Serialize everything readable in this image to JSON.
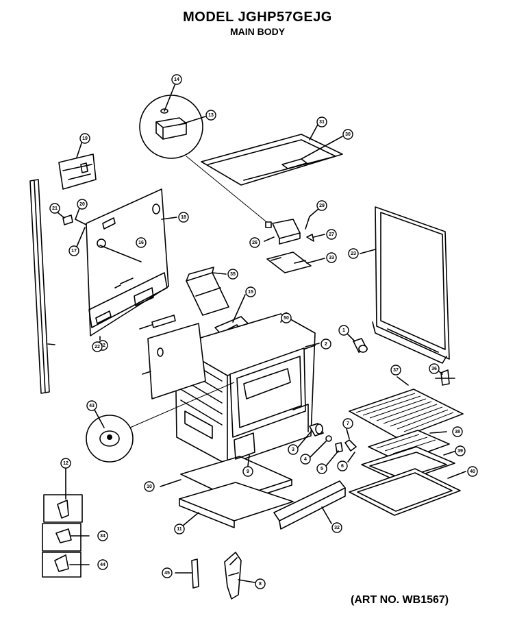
{
  "header": {
    "model": "MODEL JGHP57GEJG",
    "section": "MAIN BODY"
  },
  "footer": {
    "art_number": "(ART NO. WB1567)"
  },
  "callouts": [
    "14",
    "13",
    "19",
    "31",
    "30",
    "21",
    "20",
    "18",
    "17",
    "16",
    "29",
    "26",
    "27",
    "33",
    "23",
    "35",
    "15",
    "32",
    "10",
    "50",
    "2",
    "1",
    "22",
    "36",
    "37",
    "43",
    "3",
    "4",
    "7",
    "38",
    "5",
    "6",
    "39",
    "12",
    "9",
    "40",
    "34",
    "11",
    "32",
    "44",
    "45",
    "8"
  ]
}
